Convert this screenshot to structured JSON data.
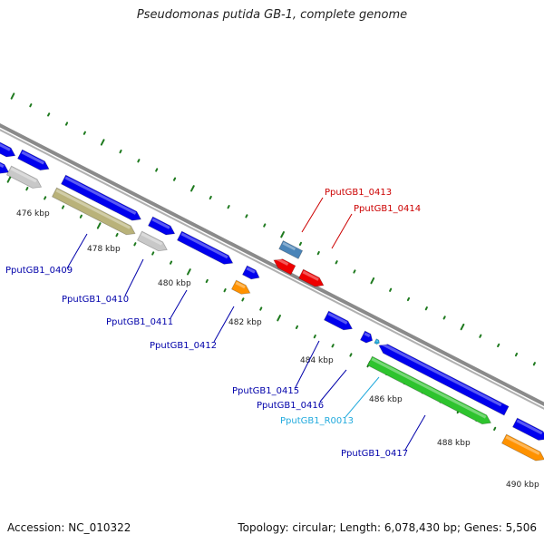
{
  "title": "Pseudomonas putida GB-1, complete genome",
  "footer": {
    "accession": "Accession: NC_010322",
    "summary": "Topology: circular; Length: 6,078,430 bp; Genes: 5,506"
  },
  "colors": {
    "backbone": "#8a8a8a",
    "tick": "#1f7a1f",
    "cds": "#0000ee",
    "rna": "#2ec42e",
    "highlight_red": "#ee0000",
    "orange": "#ff9200",
    "gray": "#c8c8c8",
    "olive": "#b9b27a",
    "steelblue": "#4a84b8",
    "label_blue": "#0000aa",
    "label_red": "#cc0000",
    "label_cyan": "#22aadd"
  },
  "ruler": {
    "unit": "kbp",
    "labels": [
      "476 kbp",
      "478 kbp",
      "480 kbp",
      "482 kbp",
      "484 kbp",
      "486 kbp",
      "488 kbp",
      "490 kbp"
    ]
  },
  "gene_labels": [
    {
      "name": "gene-label-0413",
      "text": "PputGB1_0413",
      "color": "label_red"
    },
    {
      "name": "gene-label-0414",
      "text": "PputGB1_0414",
      "color": "label_red"
    },
    {
      "name": "gene-label-0409",
      "text": "PputGB1_0409",
      "color": "label_blue"
    },
    {
      "name": "gene-label-0410",
      "text": "PputGB1_0410",
      "color": "label_blue"
    },
    {
      "name": "gene-label-0411",
      "text": "PputGB1_0411",
      "color": "label_blue"
    },
    {
      "name": "gene-label-0412",
      "text": "PputGB1_0412",
      "color": "label_blue"
    },
    {
      "name": "gene-label-0415",
      "text": "PputGB1_0415",
      "color": "label_blue"
    },
    {
      "name": "gene-label-0416",
      "text": "PputGB1_0416",
      "color": "label_blue"
    },
    {
      "name": "gene-label-r0013",
      "text": "PputGB1_R0013",
      "color": "label_cyan"
    },
    {
      "name": "gene-label-0417",
      "text": "PputGB1_0417",
      "color": "label_blue"
    }
  ]
}
